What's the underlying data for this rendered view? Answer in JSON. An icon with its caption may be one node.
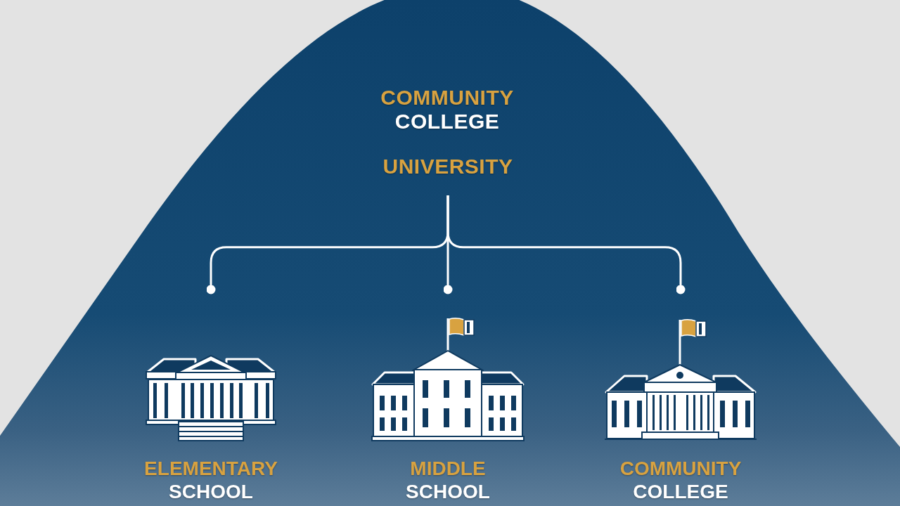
{
  "diagram": {
    "nodes": [
      {
        "text": [
          "COMMUNITY COLLEGE"
        ]
      },
      {
        "text": [
          "UNIVERSITY"
        ],
        "in": 0
      },
      {
        "text": [
          "ELEMENTARY SCHOOL"
        ],
        "in": 0
      },
      {
        "text": [
          "MIDDLE SCHOOL"
        ],
        "in": 0
      },
      {
        "text": [
          "COMMUNITY COLLEGE"
        ],
        "in": 0
      }
    ],
    "edges": [
      {
        "from": 1,
        "to": 2,
        "arrow": "other"
      },
      {
        "from": 1,
        "to": 3,
        "arrow": "other"
      },
      {
        "from": 1,
        "to": 4,
        "arrow": "other"
      }
    ]
  }
}
